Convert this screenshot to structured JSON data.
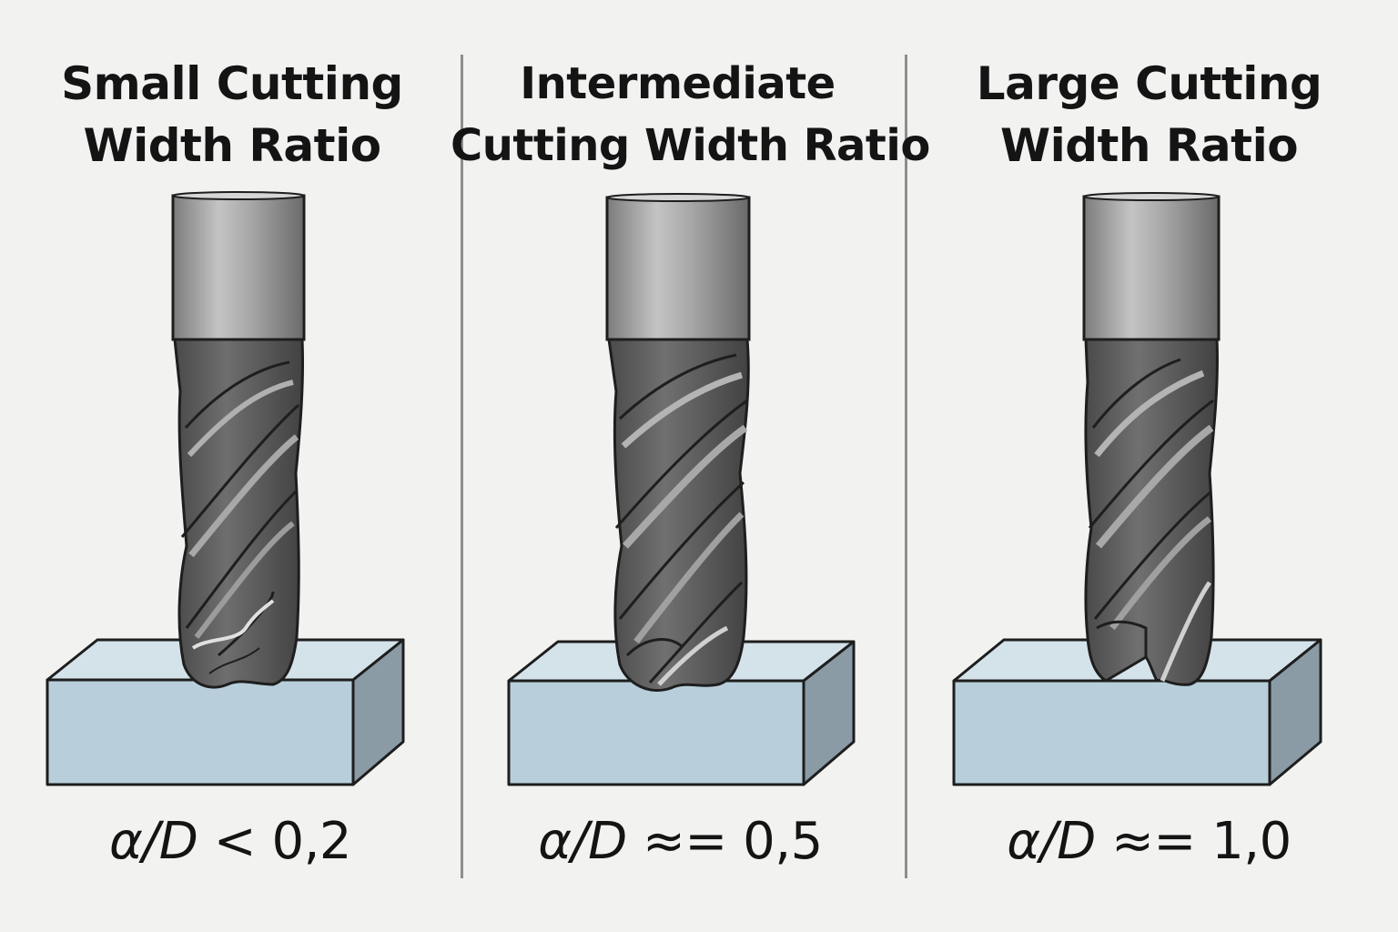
{
  "panels": [
    {
      "title_line1": "Small Cutting",
      "title_line2": "Width Ratio",
      "formula_var": "α/D",
      "formula_rel": "< 0,2"
    },
    {
      "title_line1": "Intermediate",
      "title_line2": "Cutting Width Ratio",
      "formula_var": "α/D",
      "formula_rel": "≈= 0,5"
    },
    {
      "title_line1": "Large Cutting",
      "title_line2": "Width Ratio",
      "formula_var": "α/D",
      "formula_rel": "≈= 1,0"
    }
  ],
  "colors": {
    "background": "#f2f2f0",
    "workpiece_top": "#d4e2ea",
    "workpiece_front": "#b8cfdb",
    "workpiece_side": "#8a9ba6",
    "shank": "#a8a8a8",
    "flutes": "#5c5c5c",
    "outline": "#1e1e1e"
  }
}
